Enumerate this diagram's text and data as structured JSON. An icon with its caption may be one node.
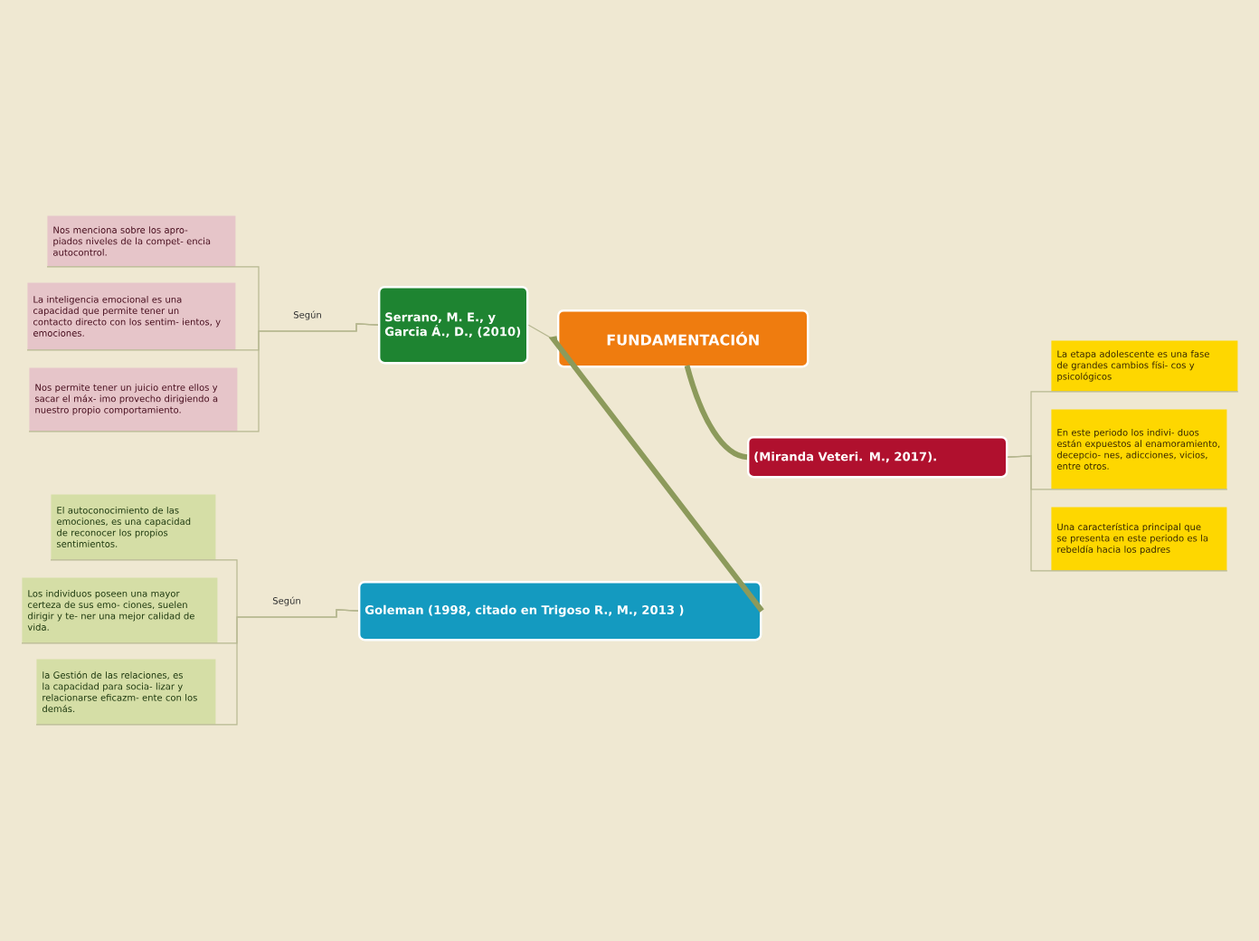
{
  "diagram": {
    "nodes": [
      {
        "text": [
          "FUNDAMENTACIÓN"
        ]
      },
      {
        "text": [
          "Serrano, M. E., y Garcia Á., D., (2010)"
        ]
      },
      {
        "text": [
          "Nos menciona sobre los apro- piados niveles de la compet- encia autocontrol."
        ]
      },
      {
        "text": [
          "La inteligencia emocional es una capacidad que permite tener un contacto directo con los sentim- ientos, y emociones."
        ]
      },
      {
        "text": [
          "Nos permite tener un juicio entre ellos y sacar el máx- imo provecho dirigiendo a nuestro propio comportamiento."
        ]
      },
      {
        "text": [
          "(Miranda Veteri. M., 2017)."
        ]
      },
      {
        "text": [
          "La etapa adolescente es una fase de grandes cambios físi- cos y psicológicos"
        ]
      },
      {
        "text": [
          "En este periodo los indivi- duos están expuestos al enamoramiento, decepcio- nes, adicciones, vicios, entre otros."
        ]
      },
      {
        "text": [
          "Una característica principal que se presenta en este periodo es la rebeldía hacia los padres"
        ]
      },
      {
        "text": [
          "Goleman (1998, citado en Trigoso R., M., 2013 )"
        ]
      },
      {
        "text": [
          "El autoconocimiento de las emociones, es una capacidad de reconocer los propios sentimientos."
        ]
      },
      {
        "text": [
          "Los individuos poseen una mayor certeza de sus emo- ciones, suelen dirigir y te- ner una mejor calidad de vida."
        ]
      },
      {
        "text": [
          "la Gestión de las relaciones, es la capacidad para socia- lizar y relacionarse eficazm- ente con los demás."
        ]
      }
    ],
    "edges": [
      {
        "from": 0,
        "to": 1,
        "arrow": "none"
      },
      {
        "from": 0,
        "to": 5,
        "arrow": "none",
        "style": "thick"
      },
      {
        "from": 0,
        "to": 9,
        "arrow": "none",
        "style": "thick"
      },
      {
        "from": 1,
        "to": 2,
        "arrow": "none"
      },
      {
        "from": 1,
        "to": 3,
        "arrow": "none",
        "label": "Según"
      },
      {
        "from": 1,
        "to": 4,
        "arrow": "none"
      },
      {
        "from": 5,
        "to": 6,
        "arrow": "none"
      },
      {
        "from": 5,
        "to": 7,
        "arrow": "none"
      },
      {
        "from": 5,
        "to": 8,
        "arrow": "none"
      },
      {
        "from": 9,
        "to": 10,
        "arrow": "none"
      },
      {
        "from": 9,
        "to": 11,
        "arrow": "none",
        "label": "Según"
      },
      {
        "from": 9,
        "to": 12,
        "arrow": "none"
      }
    ]
  }
}
